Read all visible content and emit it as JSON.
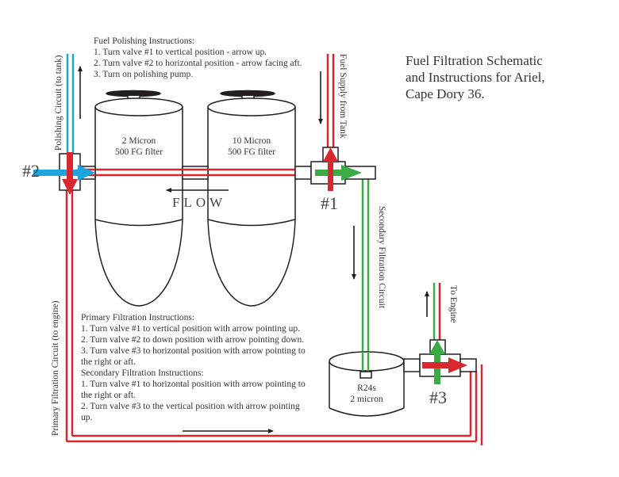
{
  "title": [
    "Fuel Filtration Schematic",
    "and Instructions for Ariel,",
    "Cape Dory 36."
  ],
  "polishing_instructions": {
    "heading": "Fuel Polishing Instructions:",
    "steps": [
      "1. Turn valve #1 to vertical position - arrow up.",
      "2. Turn valve #2 to horizontal position - arrow facing aft.",
      "3. Turn on polishing pump."
    ]
  },
  "primary_instructions": {
    "heading": "Primary Filtration Instructions:",
    "lines": [
      "1. Turn valve #1 to vertical position with arrow pointing up.",
      "2. Turn valve #2 to down position with arrow pointing down.",
      "3. Turn valve #3 to horizontal position with arrow pointing to",
      "the right or aft."
    ]
  },
  "secondary_instructions": {
    "heading": "Secondary Filtration Instructions:",
    "lines": [
      "1. Turn valve #1 to horizontal position with arrow pointing to",
      "the right or aft.",
      "2. Turn valve #3 to the vertical position with arrow pointing",
      "up."
    ]
  },
  "filters": [
    {
      "line1": "2 Micron",
      "line2": "500 FG filter"
    },
    {
      "line1": "10 Micron",
      "line2": "500 FG filter"
    },
    {
      "line1": "R24s",
      "line2": "2 micron"
    }
  ],
  "valves": [
    "#1",
    "#2",
    "#3"
  ],
  "flow_label": "FLOW",
  "circuit_labels": {
    "polishing": "Polishing Circuit (to tank)",
    "fuel_supply": "Fuel Supply from Tank",
    "secondary": "Secondary Filtration Circuit",
    "primary": "Primary Filtration Circuit (to engine)",
    "to_engine": "To Engine"
  },
  "colors": {
    "primary_red": "#d8272e",
    "secondary_green": "#3daa48",
    "polishing_blue": "#1ea5e0",
    "outline": "#231f20"
  }
}
